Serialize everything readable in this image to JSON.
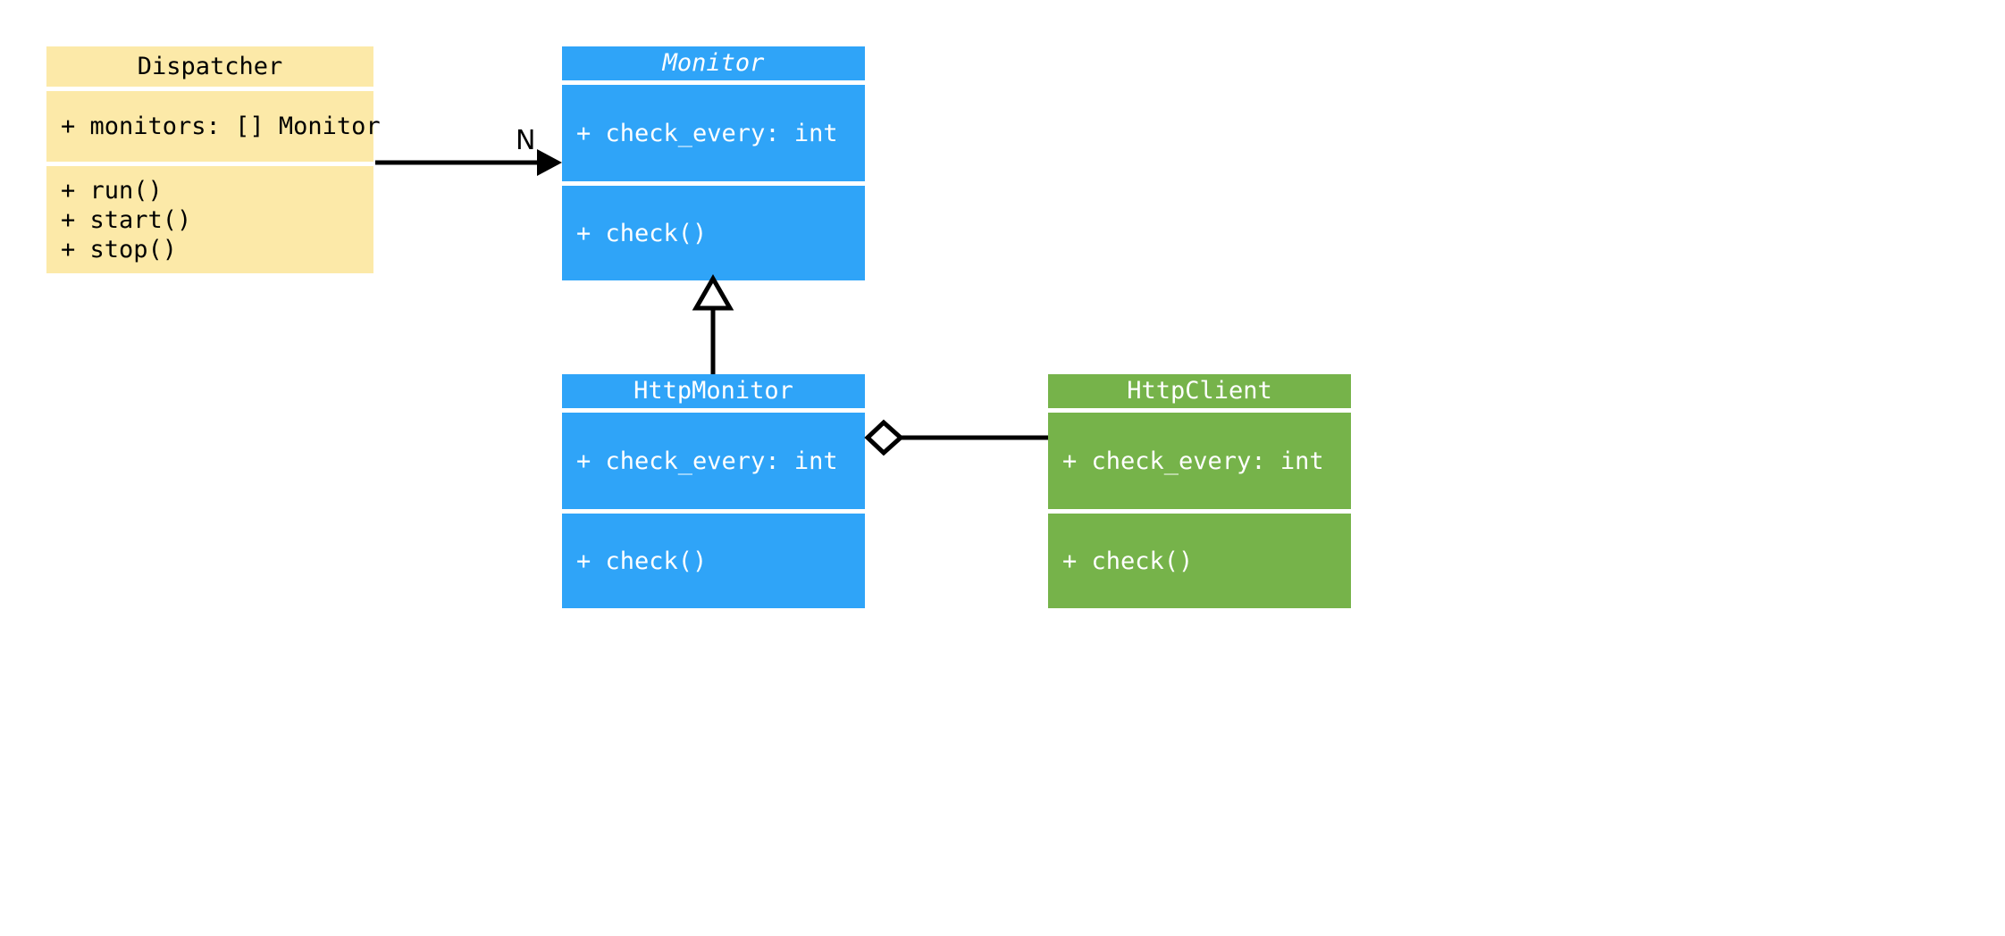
{
  "diagram": {
    "type": "uml-class-diagram",
    "background": "#ffffff",
    "palette": {
      "yellow_fill": "#fce9a8",
      "blue_fill": "#2fa4f8",
      "green_fill": "#76b34a",
      "line": "#000000",
      "dark_text": "#000000",
      "light_text": "#ffffff"
    }
  },
  "classes": {
    "dispatcher": {
      "name": "Dispatcher",
      "abstract": false,
      "fill": "#fce9a8",
      "attributes": [
        "+ monitors: [] Monitor"
      ],
      "methods": [
        "+ run()",
        "+ start()",
        "+ stop()"
      ]
    },
    "monitor": {
      "name": "Monitor",
      "abstract": true,
      "fill": "#2fa4f8",
      "attributes": [
        "+ check_every: int"
      ],
      "methods": [
        "+ check()"
      ]
    },
    "http_monitor": {
      "name": "HttpMonitor",
      "abstract": false,
      "fill": "#2fa4f8",
      "attributes": [
        "+ check_every: int"
      ],
      "methods": [
        "+ check()"
      ]
    },
    "http_client": {
      "name": "HttpClient",
      "abstract": false,
      "fill": "#76b34a",
      "attributes": [
        "+ check_every: int"
      ],
      "methods": [
        "+ check()"
      ]
    }
  },
  "relations": {
    "dispatcher_to_monitor": {
      "kind": "association",
      "from": "Dispatcher",
      "to": "Monitor",
      "arrowhead": "solid-filled",
      "multiplicity_label": "N"
    },
    "httpmonitor_to_monitor": {
      "kind": "generalization",
      "from": "HttpMonitor",
      "to": "Monitor",
      "arrowhead": "hollow-triangle",
      "multiplicity_label": ""
    },
    "httpmonitor_to_httpclient": {
      "kind": "aggregation",
      "from": "HttpMonitor",
      "to": "HttpClient",
      "arrowhead": "hollow-diamond",
      "multiplicity_label": ""
    }
  }
}
